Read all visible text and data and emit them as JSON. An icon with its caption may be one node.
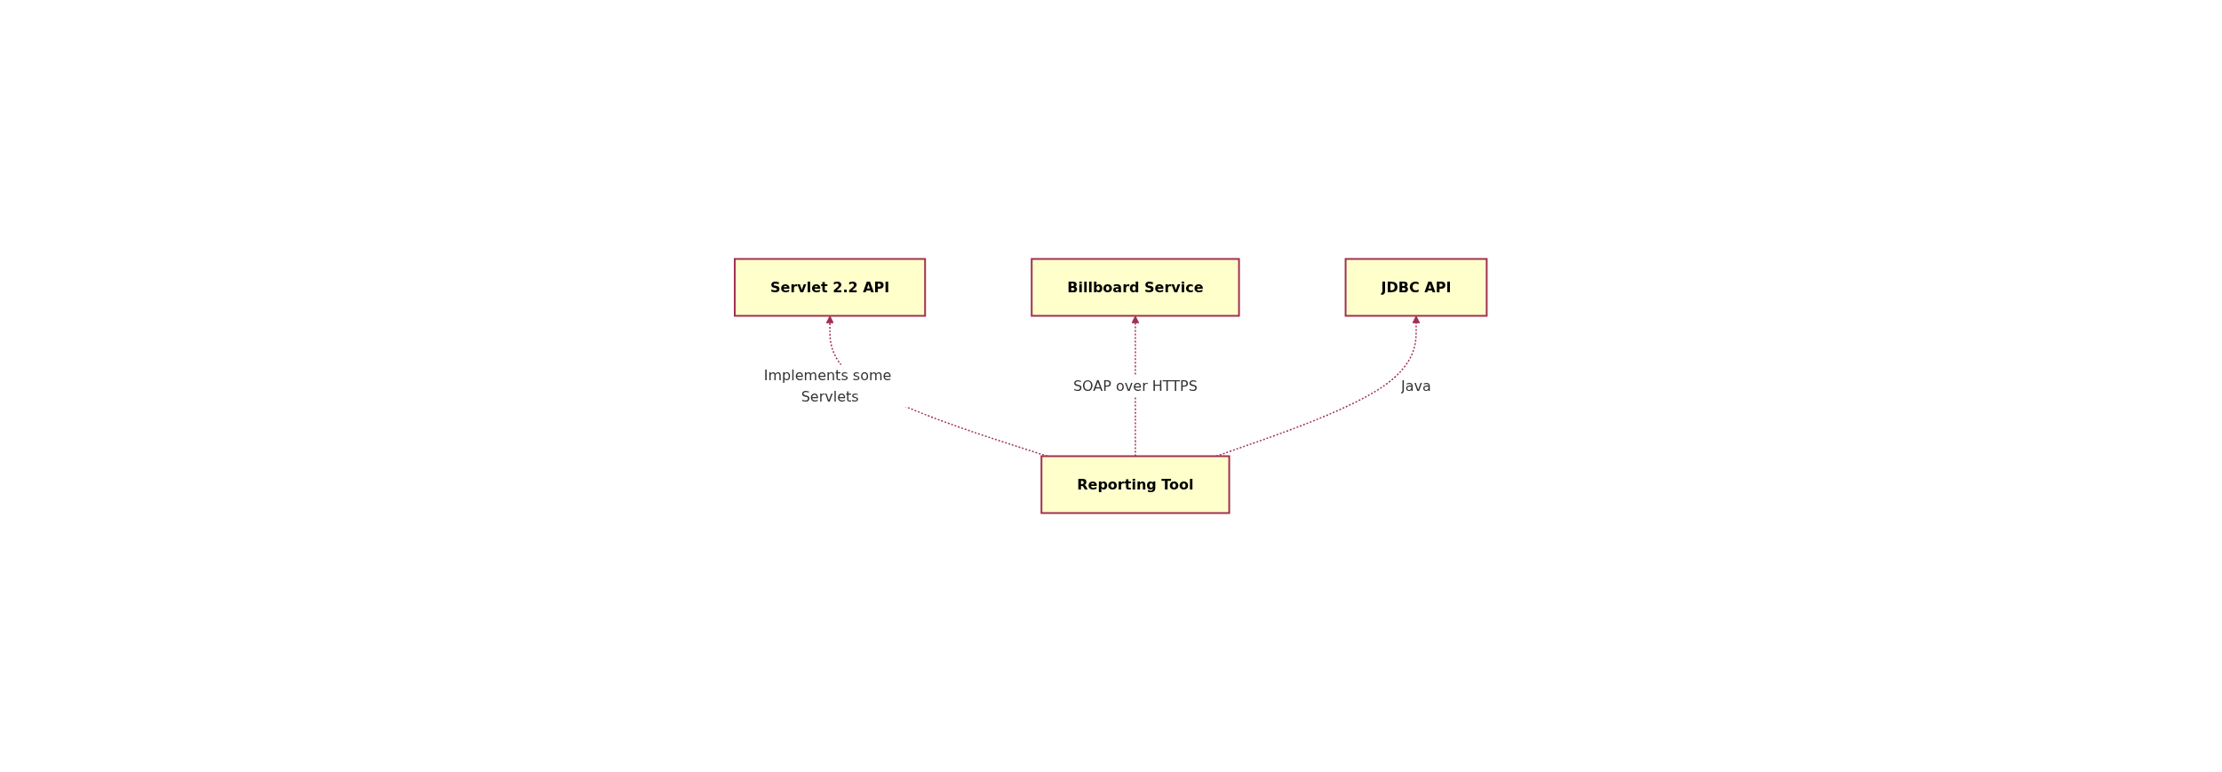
{
  "diagram": {
    "nodes": [
      {
        "text": [
          "Servlet 2.2 API"
        ]
      },
      {
        "text": [
          "Billboard Service"
        ]
      },
      {
        "text": [
          "Reporting Tool"
        ]
      },
      {
        "text": [
          "JDBC API"
        ]
      }
    ],
    "edges": [
      {
        "from": 2,
        "to": 0,
        "arrow": "to",
        "style": "dashed",
        "label": "Implements some Servlets"
      },
      {
        "from": 2,
        "to": 1,
        "arrow": "to",
        "style": "dashed",
        "label": "SOAP over HTTPS"
      },
      {
        "from": 2,
        "to": 3,
        "arrow": "to",
        "style": "dashed",
        "label": "Java"
      }
    ]
  }
}
